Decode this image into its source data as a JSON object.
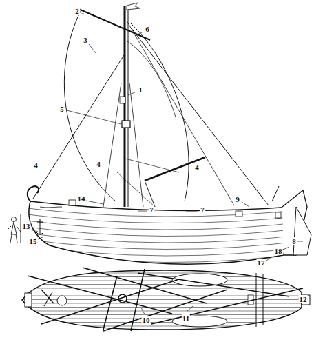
{
  "diagram": {
    "labels": [
      "2",
      "6",
      "3",
      "1",
      "5",
      "4",
      "4",
      "4",
      "7",
      "7",
      "9",
      "8",
      "14",
      "13",
      "15",
      "17",
      "18",
      "12",
      "10",
      "11"
    ]
  }
}
